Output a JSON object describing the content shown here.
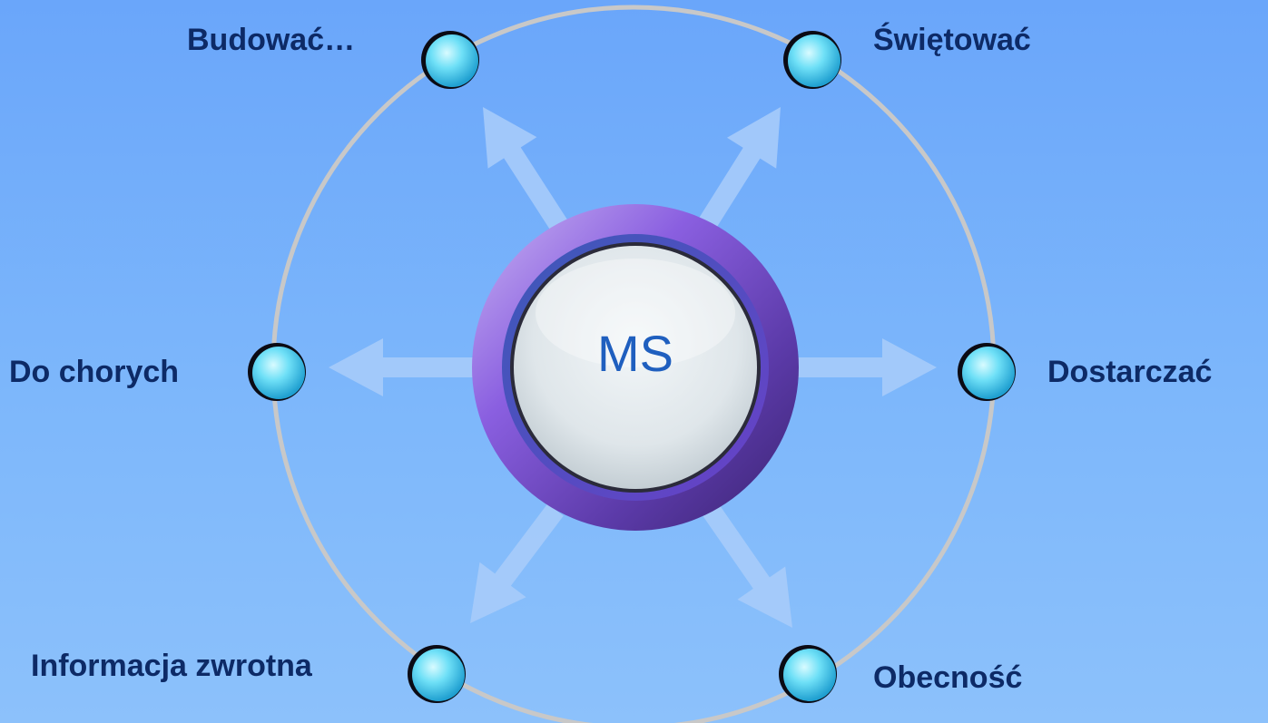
{
  "center": {
    "label": "MS"
  },
  "nodes": [
    {
      "id": "budowac",
      "label": "Budować…"
    },
    {
      "id": "swietowac",
      "label": "Świętować"
    },
    {
      "id": "do-chorych",
      "label": "Do chorych"
    },
    {
      "id": "dostarczac",
      "label": "Dostarczać"
    },
    {
      "id": "informacja-zwrotna",
      "label": "Informacja zwrotna"
    },
    {
      "id": "obecnosc",
      "label": "Obecność"
    }
  ],
  "colors": {
    "background_top": "#6aa6fa",
    "background_bottom": "#8cc1fb",
    "ring": "#c8c8c8",
    "arrow": "#a9cdf9",
    "node": "#5fd6f2",
    "label_text": "#0d2a66",
    "center_text": "#1f5fbf",
    "center_bezel": "#6a3fb8"
  }
}
